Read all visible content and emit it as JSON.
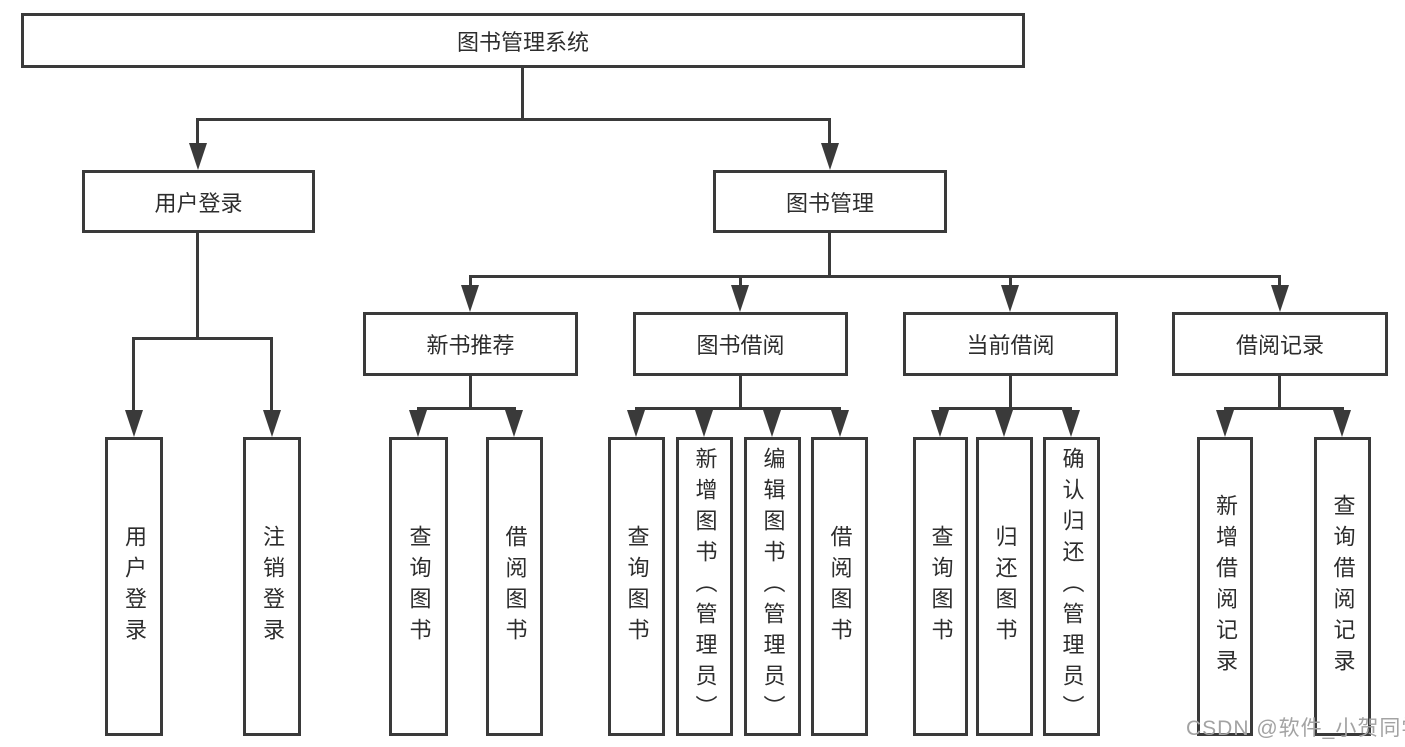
{
  "diagram_title": "图书管理系统",
  "nodes": {
    "root": "图书管理系统",
    "user_login_branch": "用户登录",
    "book_mgmt_branch": "图书管理",
    "new_book_rec": "新书推荐",
    "book_borrow": "图书借阅",
    "current_borrow": "当前借阅",
    "borrow_records": "借阅记录"
  },
  "leaves": {
    "user_login": "用户登录",
    "logout": "注销登录",
    "rec_query_book": "查询图书",
    "rec_borrow_book": "借阅图书",
    "bb_query_book": "查询图书",
    "bb_add_book": "新增图书（管理员）",
    "bb_edit_book": "编辑图书（管理员）",
    "bb_borrow_book": "借阅图书",
    "cb_query_book": "查询图书",
    "cb_return_book": "归还图书",
    "cb_confirm_return": "确认归还（管理员）",
    "br_add_record": "新增借阅记录",
    "br_query_record": "查询借阅记录"
  },
  "watermark": "CSDN @软件_小贺同学",
  "colors": {
    "line": "#3a3a3a",
    "text": "#2d2d2d",
    "watermark": "#a3a3a3",
    "background": "#ffffff"
  }
}
